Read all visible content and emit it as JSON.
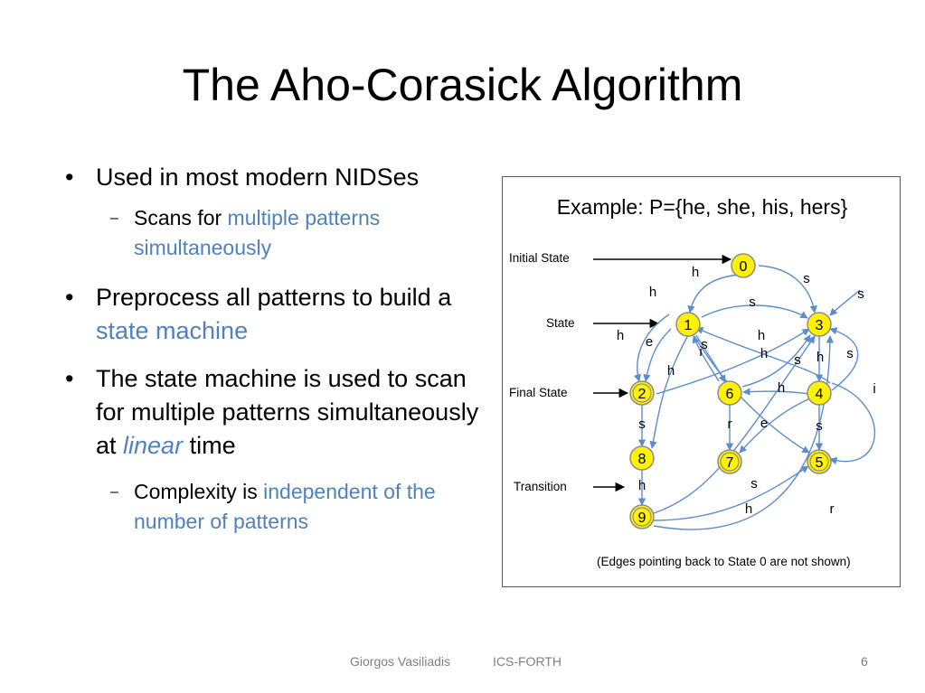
{
  "slide": {
    "title": "The Aho-Corasick Algorithm",
    "footer": {
      "author": "Giorgos Vasiliadis",
      "org": "ICS-FORTH",
      "page": "6"
    }
  },
  "bullets": [
    {
      "segments": [
        "Used in most modern NIDSes"
      ],
      "sub": [
        {
          "before": "Scans for ",
          "hl": "multiple patterns simultaneously"
        }
      ]
    },
    {
      "before": "Preprocess all patterns to build a ",
      "hl": "state machine"
    },
    {
      "before": "The state machine is used to scan for multiple patterns simultaneously at ",
      "em": "linear",
      "after": " time",
      "sub": [
        {
          "before": "Complexity is ",
          "hl": "independent of the number of patterns"
        }
      ]
    }
  ],
  "diagram": {
    "caption": "Example:  P={he, she, his, hers}",
    "legend": {
      "initial": "Initial State",
      "state": "State",
      "final": "Final State",
      "transition": "Transition"
    },
    "note": "(Edges pointing back to State 0 are not shown)",
    "states": [
      {
        "id": "0",
        "final": false
      },
      {
        "id": "1",
        "final": false
      },
      {
        "id": "2",
        "final": true
      },
      {
        "id": "3",
        "final": false
      },
      {
        "id": "4",
        "final": false
      },
      {
        "id": "5",
        "final": true
      },
      {
        "id": "6",
        "final": false
      },
      {
        "id": "7",
        "final": true
      },
      {
        "id": "8",
        "final": false
      },
      {
        "id": "9",
        "final": true
      }
    ],
    "edge_labels": [
      "h",
      "s",
      "h",
      "s",
      "s",
      "h",
      "e",
      "h",
      "s",
      "h",
      "i",
      "h",
      "s",
      "h",
      "s",
      "h",
      "i",
      "s",
      "r",
      "s",
      "h",
      "e",
      "s",
      "h",
      "r",
      "s"
    ],
    "colors": {
      "node_fill": "#fff200",
      "node_stroke": "#8c8c8c",
      "edge": "#5b8dc9",
      "legend_arrow": "#000000"
    }
  }
}
